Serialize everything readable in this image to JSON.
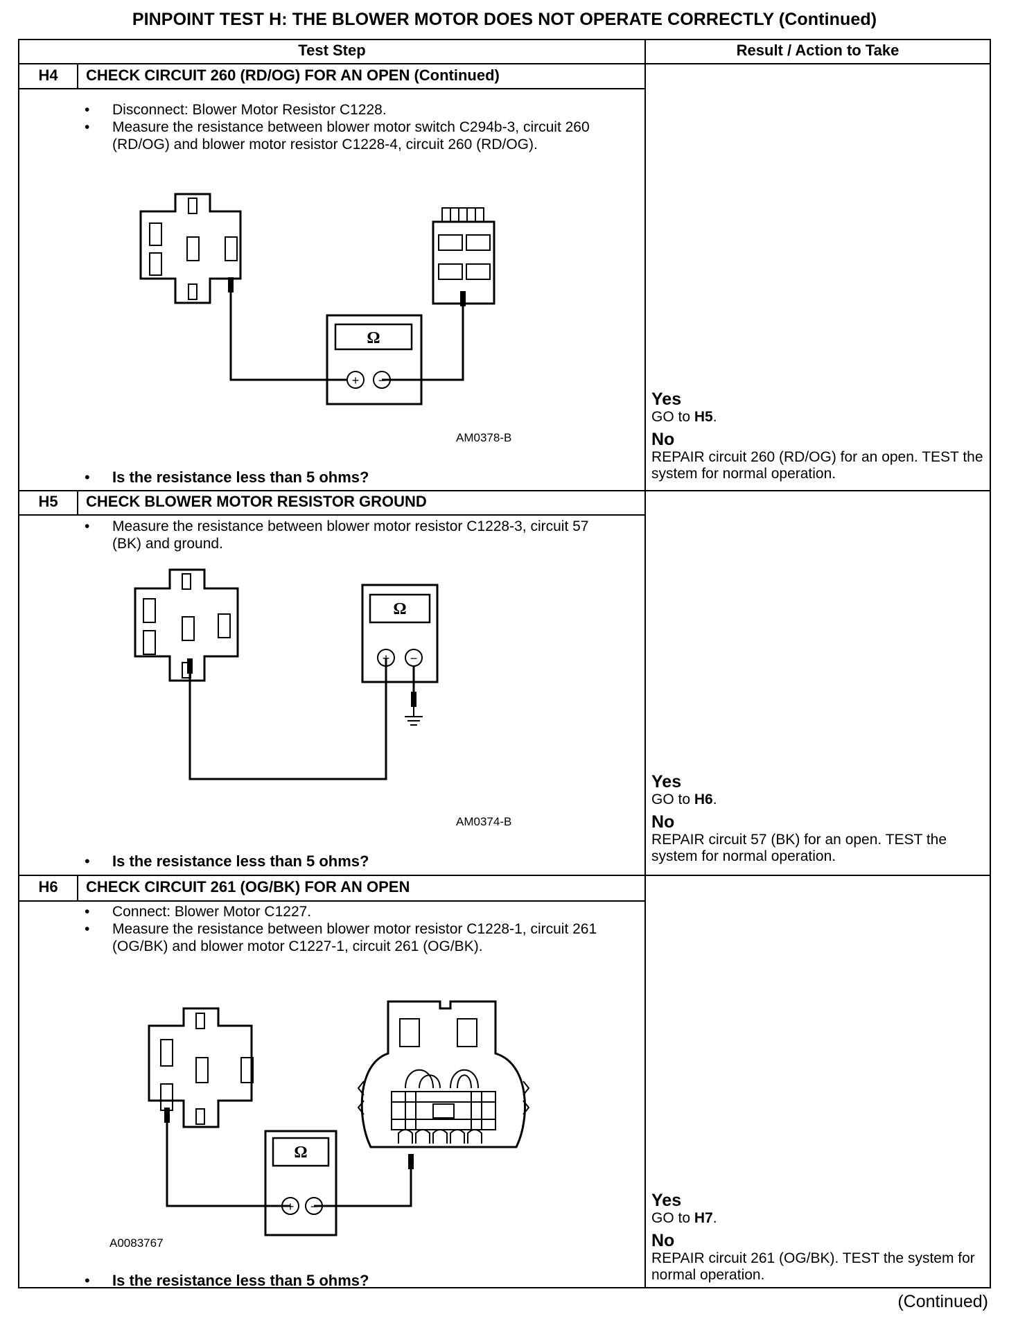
{
  "page_title": "PINPOINT TEST H: THE BLOWER MOTOR DOES NOT OPERATE CORRECTLY (Continued)",
  "table_header": {
    "test_step": "Test Step",
    "result_action": "Result / Action to Take"
  },
  "steps": [
    {
      "code": "H4",
      "title": "CHECK CIRCUIT 260 (RD/OG) FOR AN OPEN (Continued)",
      "bullets": [
        "Disconnect: Blower Motor Resistor C1228.",
        "Measure the resistance between blower motor switch C294b-3, circuit 260 (RD/OG) and blower motor resistor C1228-4, circuit 260 (RD/OG)."
      ],
      "figure_label": "AM0378-B",
      "question": "Is the resistance less than 5 ohms?",
      "yes_label": "Yes",
      "yes_prefix": "GO to ",
      "yes_target": "H5",
      "yes_suffix": ".",
      "no_label": "No",
      "no_text": "REPAIR circuit 260 (RD/OG) for an open. TEST the system for normal operation."
    },
    {
      "code": "H5",
      "title": "CHECK BLOWER MOTOR RESISTOR GROUND",
      "bullets": [
        "Measure the resistance between blower motor resistor C1228-3, circuit 57 (BK) and ground."
      ],
      "figure_label": "AM0374-B",
      "question": "Is the resistance less than 5 ohms?",
      "yes_label": "Yes",
      "yes_prefix": "GO to ",
      "yes_target": "H6",
      "yes_suffix": ".",
      "no_label": "No",
      "no_text": "REPAIR circuit 57 (BK) for an open. TEST the system for normal operation."
    },
    {
      "code": "H6",
      "title": "CHECK CIRCUIT 261 (OG/BK) FOR AN OPEN",
      "bullets": [
        "Connect: Blower Motor C1227.",
        "Measure the resistance between blower motor resistor C1228-1, circuit 261 (OG/BK) and blower motor C1227-1, circuit 261 (OG/BK)."
      ],
      "figure_label": "A0083767",
      "question": "Is the resistance less than 5 ohms?",
      "yes_label": "Yes",
      "yes_prefix": "GO to ",
      "yes_target": "H7",
      "yes_suffix": ".",
      "no_label": "No",
      "no_text": "REPAIR circuit 261 (OG/BK). TEST the system for normal operation."
    }
  ],
  "meter_symbol": "Ω",
  "meter_plus": "+",
  "meter_minus": "−",
  "continued": "(Continued)"
}
